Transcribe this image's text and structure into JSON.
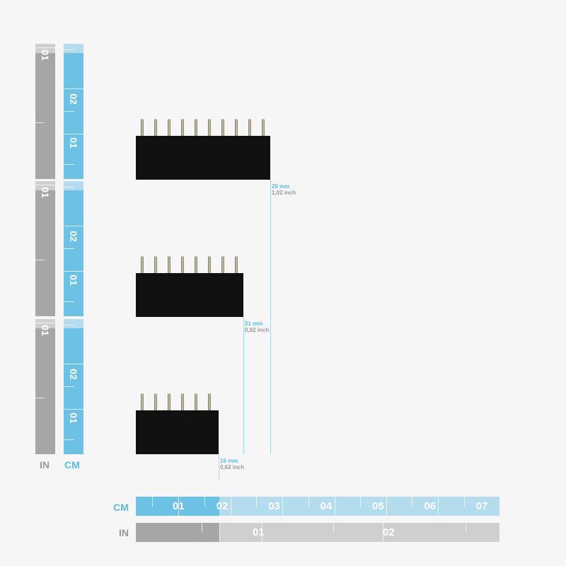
{
  "colors": {
    "cm_dark": "#6cc1e5",
    "cm_light": "#b3dcef",
    "in_dark": "#a6a6a6",
    "in_light": "#cfcfcf",
    "text_cm": "#5bbde3",
    "text_in": "#999999"
  },
  "vertical_ruler": {
    "in_label": "IN",
    "cm_label": "CM",
    "in_tick_label": "01",
    "cm_tick_labels": [
      "02",
      "01"
    ]
  },
  "horizontal_ruler": {
    "cm_label": "CM",
    "in_label": "IN",
    "cm_tick_labels": [
      "01",
      "02",
      "03",
      "04",
      "05",
      "06",
      "07"
    ],
    "in_tick_labels": [
      "01",
      "02"
    ]
  },
  "headers": [
    {
      "pins": 10,
      "mm": "26 mm",
      "inch": "1,02 inch"
    },
    {
      "pins": 8,
      "mm": "21 mm",
      "inch": "0,82 inch"
    },
    {
      "pins": 6,
      "mm": "16 mm",
      "inch": "0,62 inch"
    }
  ]
}
